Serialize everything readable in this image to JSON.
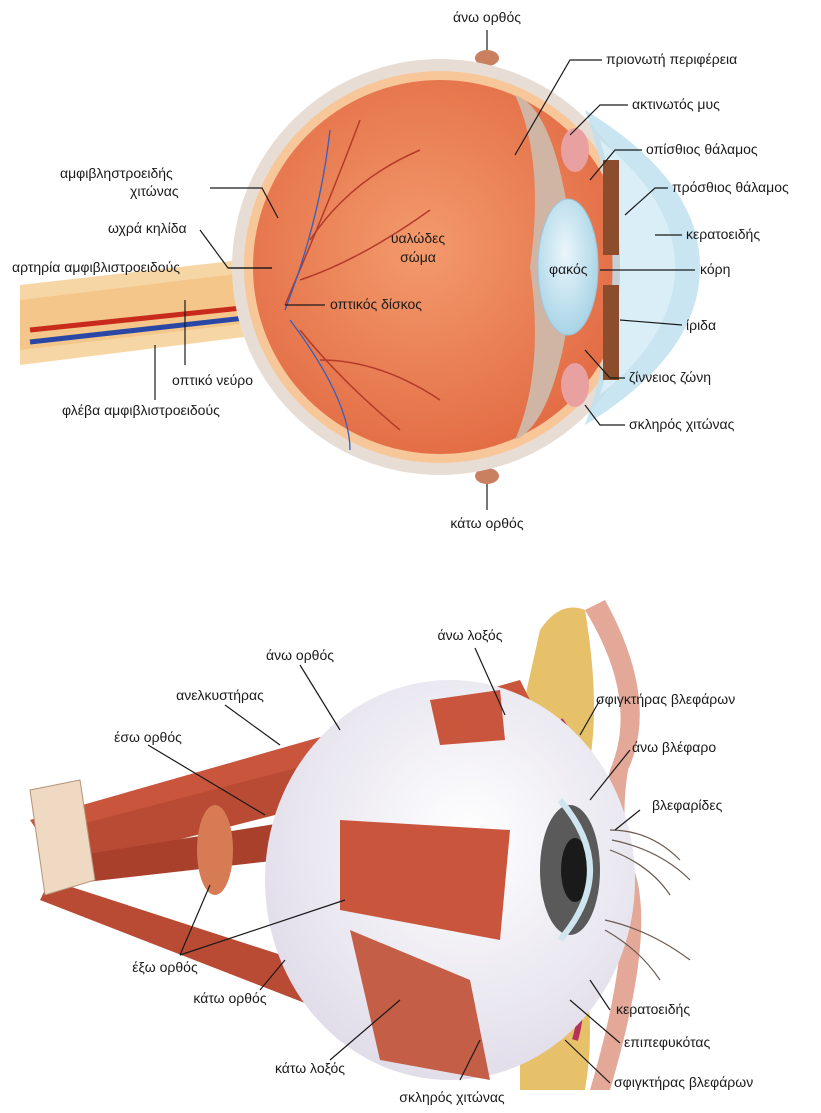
{
  "top_diagram": {
    "labels": {
      "ano_orthos": "άνω ορθός",
      "prionoti": "πριονωτή περιφέρεια",
      "aktinotos": "ακτινωτός μυς",
      "opisthios": "οπίσθιος θάλαμος",
      "prosthios": "πρόσθιος θάλαμος",
      "keratoeidis": "κερατοειδής",
      "kori": "κόρη",
      "fakos": "φακός",
      "irida": "ίριδα",
      "zinneios": "ζίννειος ζώνη",
      "skliros": "σκληρός χιτώνας",
      "kato_orthos": "κάτω ορθός",
      "amfiv_1": "αμφιβληστροειδής",
      "amfiv_2": "χιτώνας",
      "ochra": "ωχρά κηλίδα",
      "artiria": "αρτηρία αμφιβλιστροειδούς",
      "yalodes_1": "υαλώδες",
      "yalodes_2": "σώμα",
      "optikos_diskos": "οπτικός δίσκος",
      "optiko_neuro": "οπτικό νεύρο",
      "fleva": "φλέβα αμφιβλιστροειδούς"
    }
  },
  "bottom_diagram": {
    "labels": {
      "ano_loxos": "άνω λοξός",
      "ano_orthos": "άνω ορθός",
      "anelkystiras": "ανελκυστήρας",
      "eso_orthos": "έσω ορθός",
      "sfigktiras_top": "σφιγκτήρας βλεφάρων",
      "ano_vlefaro": "άνω βλέφαρο",
      "vlefarides": "βλεφαρίδες",
      "exo_orthos": "έξω ορθός",
      "kato_orthos": "κάτω ορθός",
      "kato_loxos": "κάτω λοξός",
      "keratoeidis": "κερατοειδής",
      "epipefykotas": "επιπεφυκότας",
      "sfigktiras_bottom": "σφιγκτήρας βλεφάρων",
      "skliros": "σκληρός χιτώνας"
    }
  }
}
